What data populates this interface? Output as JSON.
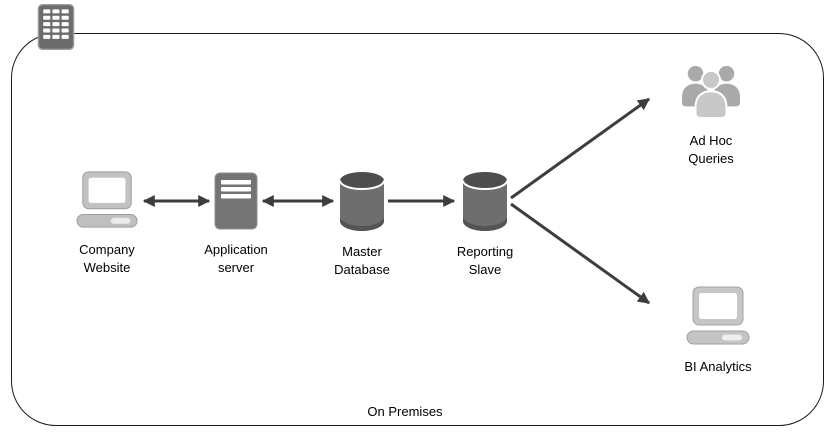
{
  "boundary": {
    "label": "On Premises"
  },
  "corner": {
    "icon": "building-icon"
  },
  "nodes": {
    "company_website": {
      "label": "Company Website",
      "icon": "laptop-icon"
    },
    "application_server": {
      "label": "Application server",
      "icon": "server-icon"
    },
    "master_database": {
      "label": "Master Database",
      "icon": "database-icon"
    },
    "reporting_slave": {
      "label": "Reporting Slave",
      "icon": "database-icon"
    },
    "ad_hoc_queries": {
      "label": "Ad Hoc Queries",
      "icon": "users-icon"
    },
    "bi_analytics": {
      "label": "BI Analytics",
      "icon": "laptop-icon"
    }
  },
  "edges": [
    {
      "from": "company_website",
      "to": "application_server",
      "direction": "bidirectional"
    },
    {
      "from": "application_server",
      "to": "master_database",
      "direction": "bidirectional"
    },
    {
      "from": "master_database",
      "to": "reporting_slave",
      "direction": "one-way"
    },
    {
      "from": "reporting_slave",
      "to": "ad_hoc_queries",
      "direction": "one-way"
    },
    {
      "from": "reporting_slave",
      "to": "bi_analytics",
      "direction": "one-way"
    }
  ],
  "colors": {
    "arrow": "#3d3d3d",
    "boundary_border": "#1a1a1a",
    "dark_gray_icon": "#4d4d4d",
    "medium_gray_icon": "#6e6e6e",
    "light_gray_icon": "#c6c6c6",
    "background": "#ffffff",
    "label_text": "#000000"
  }
}
